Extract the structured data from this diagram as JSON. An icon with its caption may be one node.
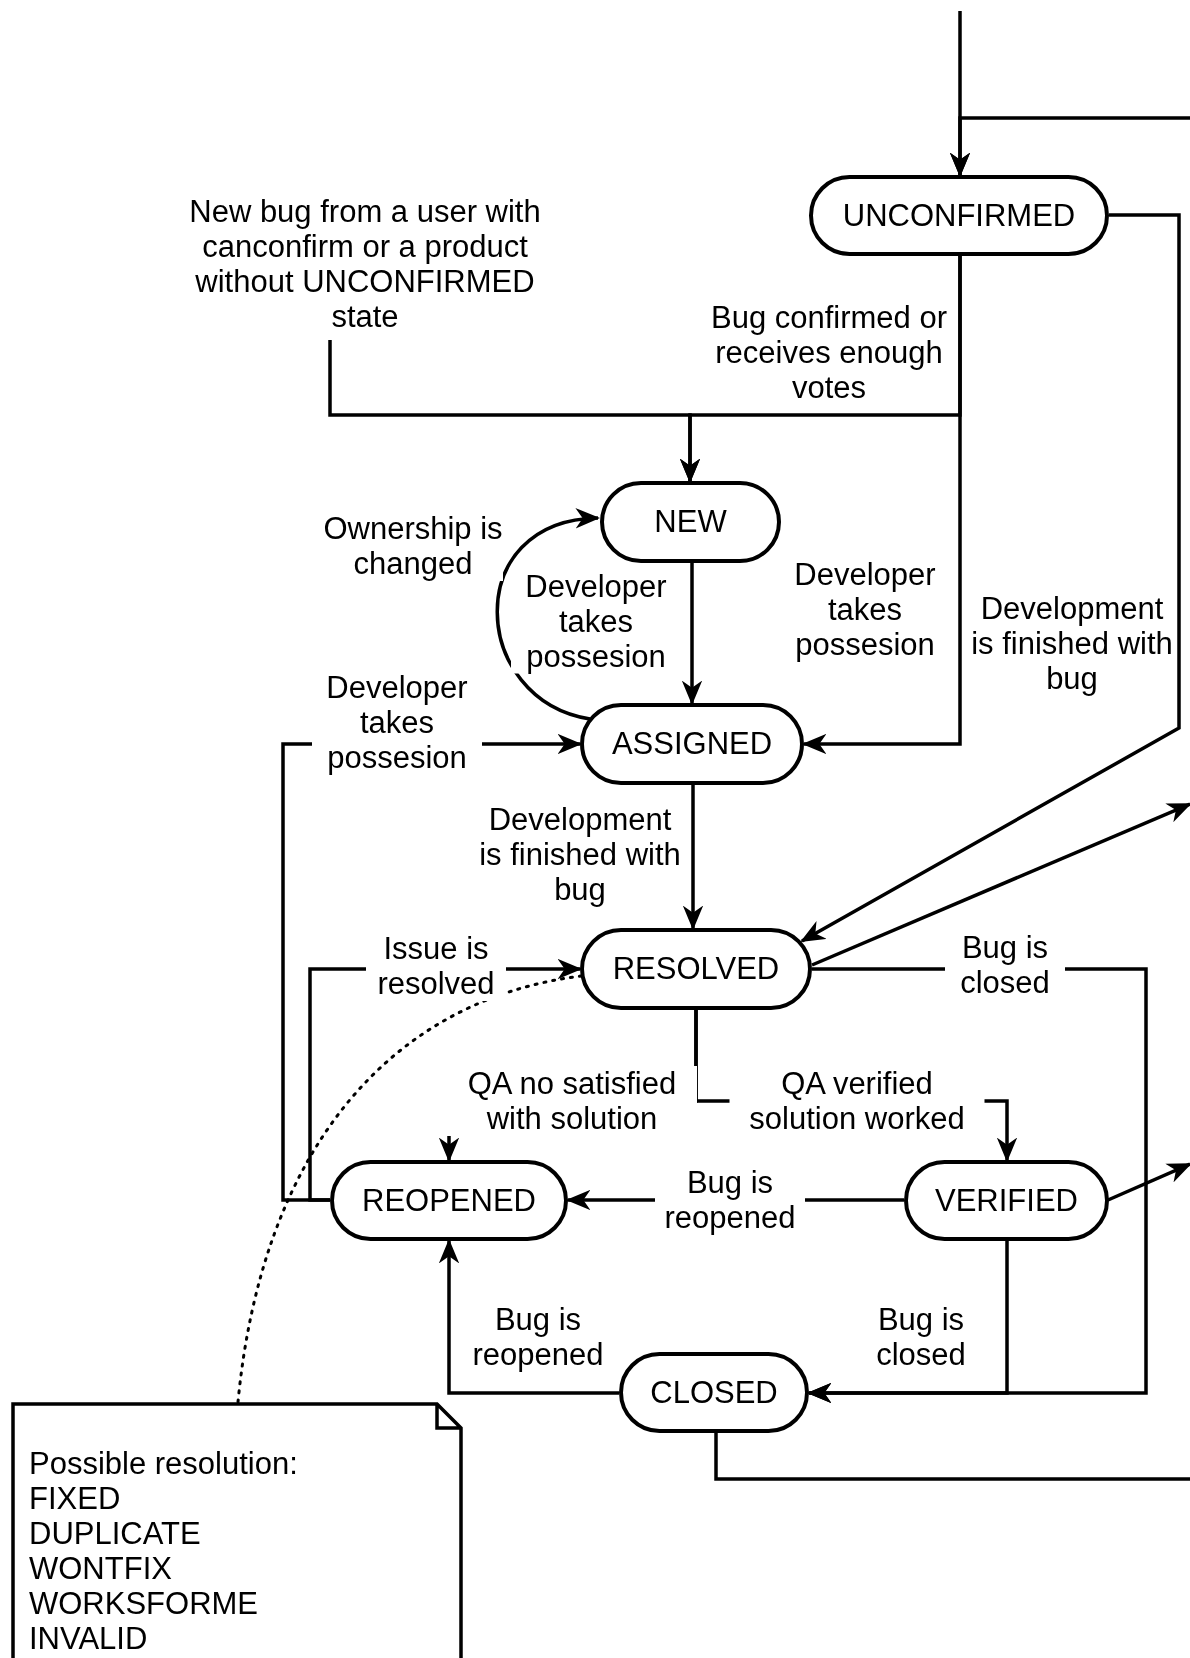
{
  "diagram": {
    "nodes": [
      {
        "text": [
          "UNCONFIRMED"
        ]
      },
      {
        "text": [
          "New bug from a user with canconfirm or a product without UNCONFIRMED state"
        ]
      },
      {
        "text": [
          "NEW"
        ]
      },
      {
        "text": [
          "ASSIGNED"
        ]
      },
      {
        "text": [
          "RESOLVED"
        ]
      },
      {
        "text": [
          "REOPENED"
        ]
      },
      {
        "text": [
          "VERIFIED"
        ]
      },
      {
        "text": [
          "CLOSED"
        ]
      },
      {
        "text": [
          "Possible resolution:",
          "FIXED",
          "DUPLICATE",
          "WONTFIX",
          "WORKSFORME",
          "INVALID"
        ]
      }
    ],
    "edges": [
      {
        "from": null,
        "to": 0,
        "arrow": "to"
      },
      {
        "from": null,
        "to": 0,
        "arrow": "to"
      },
      {
        "from": 0,
        "to": 4,
        "arrow": "to",
        "label": "Development is finished with bug"
      },
      {
        "from": 0,
        "to": 2,
        "arrow": "to",
        "label": "Bug confirmed or receives enough votes"
      },
      {
        "from": 1,
        "to": 2,
        "arrow": "to"
      },
      {
        "from": 0,
        "to": 3,
        "arrow": "to",
        "label": "Developer takes possesion"
      },
      {
        "from": 2,
        "to": 3,
        "arrow": "to",
        "label": "Developer takes possesion"
      },
      {
        "from": 3,
        "to": 2,
        "arrow": "to",
        "label": "Ownership is changed"
      },
      {
        "from": 5,
        "to": 3,
        "arrow": "to",
        "label": "Developer takes possesion"
      },
      {
        "from": 3,
        "to": 4,
        "arrow": "to",
        "label": "Development is finished with bug"
      },
      {
        "from": 5,
        "to": 4,
        "arrow": "to",
        "label": "Issue is resolved"
      },
      {
        "from": 4,
        "to": null,
        "arrow": "to"
      },
      {
        "from": 4,
        "to": 7,
        "arrow": "to",
        "label": "Bug is closed"
      },
      {
        "from": 4,
        "to": 5,
        "arrow": "to",
        "label": "QA no satisfied with solution"
      },
      {
        "from": 4,
        "to": 6,
        "arrow": "to",
        "label": "QA verified solution worked"
      },
      {
        "from": 6,
        "to": 5,
        "arrow": "to",
        "label": "Bug is reopened"
      },
      {
        "from": 6,
        "to": null,
        "arrow": "to"
      },
      {
        "from": 6,
        "to": 7,
        "arrow": "to",
        "label": "Bug is closed"
      },
      {
        "from": 7,
        "to": 5,
        "arrow": "to",
        "label": "Bug is reopened"
      },
      {
        "from": 7,
        "to": null,
        "arrow": "none"
      },
      {
        "from": 8,
        "to": 4,
        "arrow": "none",
        "style": "dashed"
      }
    ]
  }
}
